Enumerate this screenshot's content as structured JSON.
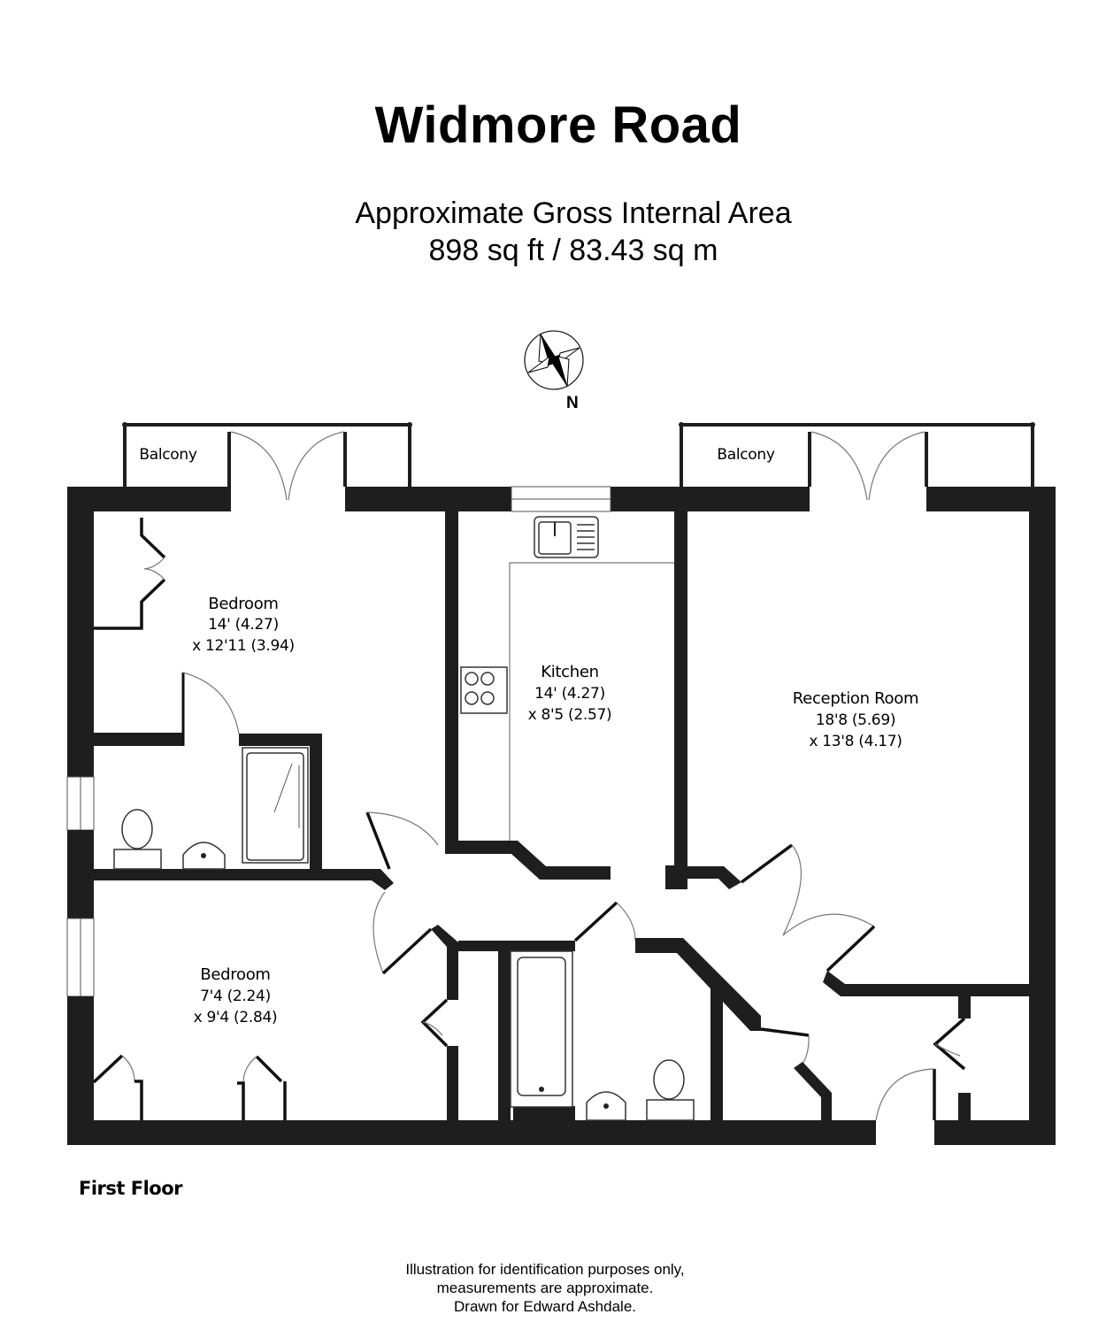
{
  "header": {
    "title": "Widmore Road",
    "area_label": "Approximate Gross Internal Area",
    "area_value": "898 sq ft / 83.43 sq m"
  },
  "compass": {
    "icon": "compass-rose-icon",
    "label": "N"
  },
  "rooms": {
    "balcony_left": {
      "name": "Balcony"
    },
    "balcony_right": {
      "name": "Balcony"
    },
    "bedroom_1": {
      "name": "Bedroom",
      "dim1": "14' (4.27)",
      "dim2": "x 12'11 (3.94)"
    },
    "kitchen": {
      "name": "Kitchen",
      "dim1": "14' (4.27)",
      "dim2": "x 8'5 (2.57)"
    },
    "reception": {
      "name": "Reception Room",
      "dim1": "18'8 (5.69)",
      "dim2": "x 13'8 (4.17)"
    },
    "bedroom_2": {
      "name": "Bedroom",
      "dim1": "7'4 (2.24)",
      "dim2": "x 9'4 (2.84)"
    }
  },
  "floor": {
    "label": "First Floor"
  },
  "footer": {
    "line1": "Illustration for identification purposes only,",
    "line2": "measurements are approximate.",
    "line3": "Drawn for Edward Ashdale."
  },
  "colors": {
    "wall": "#1e1e1e",
    "background": "#ffffff",
    "fixture_line": "#777777"
  }
}
